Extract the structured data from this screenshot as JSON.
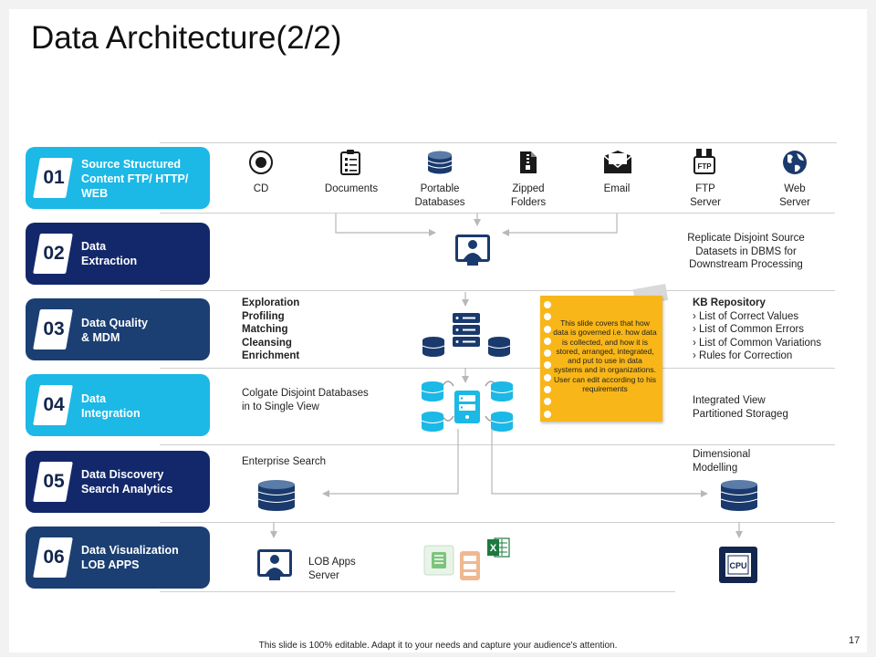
{
  "title": "Data Architecture(2/2)",
  "steps": [
    {
      "number": "01",
      "label": "Source Structured Content FTP/ HTTP/ WEB"
    },
    {
      "number": "02",
      "label": "Data Extraction"
    },
    {
      "number": "03",
      "label": "Data Quality & MDM"
    },
    {
      "number": "04",
      "label": "Data Integration"
    },
    {
      "number": "05",
      "label": "Data Discovery Search Analytics"
    },
    {
      "number": "06",
      "label": "Data Visualization LOB APPS"
    }
  ],
  "sources": [
    {
      "label": "CD",
      "icon": "cd-icon"
    },
    {
      "label": "Documents",
      "icon": "documents-icon"
    },
    {
      "label": "Portable Databases",
      "icon": "database-icon"
    },
    {
      "label": "Zipped Folders",
      "icon": "zipped-folder-icon"
    },
    {
      "label": "Email",
      "icon": "email-icon"
    },
    {
      "label": "FTP Server",
      "icon": "ftp-server-icon"
    },
    {
      "label": "Web Server",
      "icon": "globe-icon"
    }
  ],
  "ftp_icon_text": "FTP",
  "extraction": {
    "description": "Replicate Disjoint Source Datasets in DBMS for Downstream Processing"
  },
  "quality": {
    "processes": [
      "Exploration",
      "Profiling",
      "Matching",
      "Cleansing",
      "Enrichment"
    ],
    "kb_title": "KB Repository",
    "kb_items": [
      "List of Correct Values",
      "List of Common Errors",
      "List of Common Variations",
      "Rules for Correction"
    ]
  },
  "note": {
    "text": "This slide covers that how data is governed i.e. how data is collected, and how it is stored, arranged, integrated, and put to use in data systems and in organizations. User can edit according to his requirements"
  },
  "integration": {
    "left": "Colgate Disjoint Databases in to Single View",
    "right": "Integrated View Partitioned Storageg"
  },
  "discovery": {
    "left": "Enterprise Search",
    "right": "Dimensional Modelling"
  },
  "visualization": {
    "left": "LOB Apps Server",
    "cpu_label": "CPU",
    "excel_label": "X"
  },
  "footer": "This slide is 100% editable. Adapt it to your needs and capture your audience's attention.",
  "page_number": "17",
  "colors": {
    "cyan": "#1cb8e6",
    "navy": "#13286b",
    "blue": "#1b3f73",
    "note": "#f8b618",
    "icon": "#1a3a6e",
    "excel": "#1d7a3e"
  }
}
